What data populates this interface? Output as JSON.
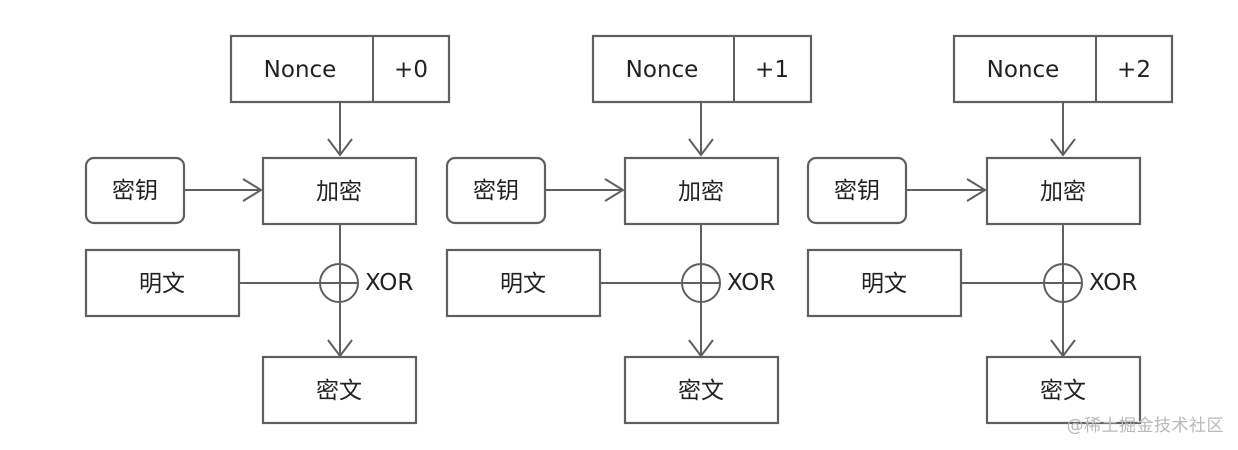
{
  "stages": [
    {
      "nonce_label": "Nonce",
      "counter_label": "+0",
      "key_label": "密钥",
      "encrypt_label": "加密",
      "plaintext_label": "明文",
      "xor_label": "XOR",
      "ciphertext_label": "密文"
    },
    {
      "nonce_label": "Nonce",
      "counter_label": "+1",
      "key_label": "密钥",
      "encrypt_label": "加密",
      "plaintext_label": "明文",
      "xor_label": "XOR",
      "ciphertext_label": "密文"
    },
    {
      "nonce_label": "Nonce",
      "counter_label": "+2",
      "key_label": "密钥",
      "encrypt_label": "加密",
      "plaintext_label": "明文",
      "xor_label": "XOR",
      "ciphertext_label": "密文"
    }
  ],
  "watermark": "@稀土掘金技术社区"
}
